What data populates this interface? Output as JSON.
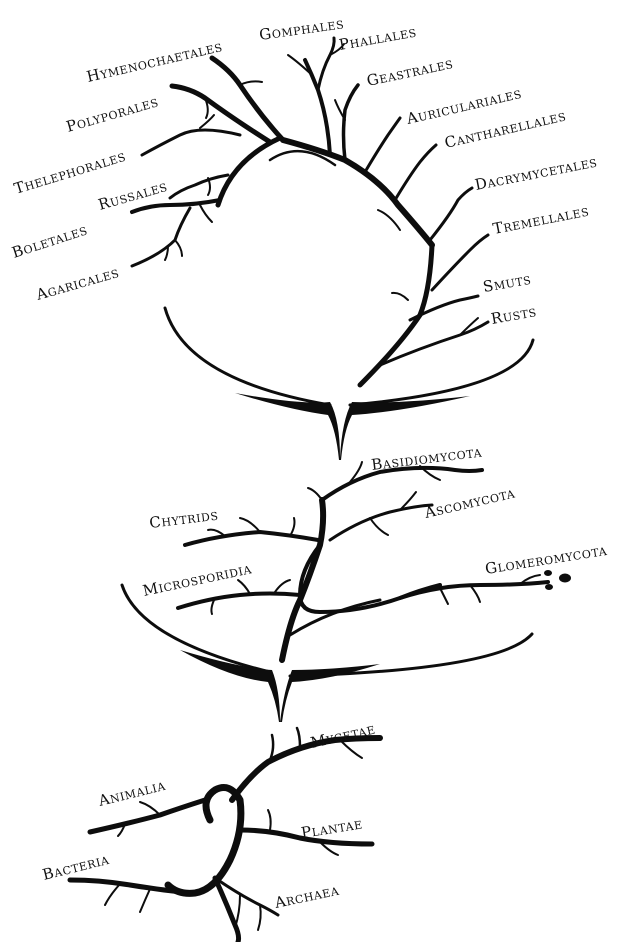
{
  "tiers": [
    {
      "id": "basidiomycota-orders",
      "labels": [
        "Hymenochaetales",
        "Gomphales",
        "Phallales",
        "Geastrales",
        "Auriculariales",
        "Cantharellales",
        "Polyporales",
        "Thelephorales",
        "Russales",
        "Boletales",
        "Agaricales",
        "Dacrymycetales",
        "Tremellales",
        "Smuts",
        "Rusts"
      ]
    },
    {
      "id": "fungal-phyla",
      "labels": [
        "Basidiomycota",
        "Chytrids",
        "Ascomycota",
        "Microsporidia",
        "Glomeromycota"
      ]
    },
    {
      "id": "kingdoms",
      "labels": [
        "Mycetae",
        "Animalia",
        "Plantae",
        "Bacteria",
        "Archaea"
      ]
    }
  ],
  "colors": {
    "ink": "#0d0d0d",
    "background": "#ffffff"
  }
}
